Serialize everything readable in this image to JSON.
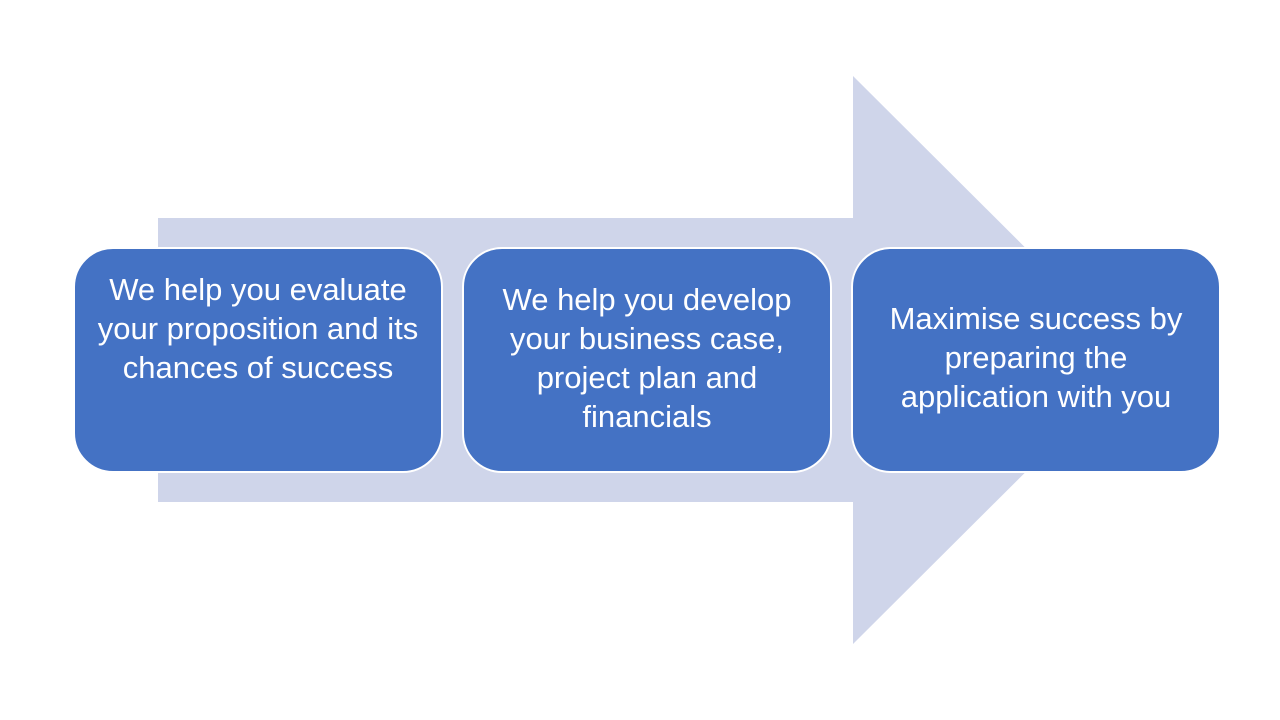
{
  "colors": {
    "arrow_fill": "#cfd5ea",
    "box_fill": "#4472c4",
    "box_text": "#ffffff"
  },
  "steps": [
    {
      "label": "We help you evaluate your proposition and its chances of success"
    },
    {
      "label": "We help you develop your business case, project plan and financials"
    },
    {
      "label": "Maximise success by preparing the application with you"
    }
  ]
}
